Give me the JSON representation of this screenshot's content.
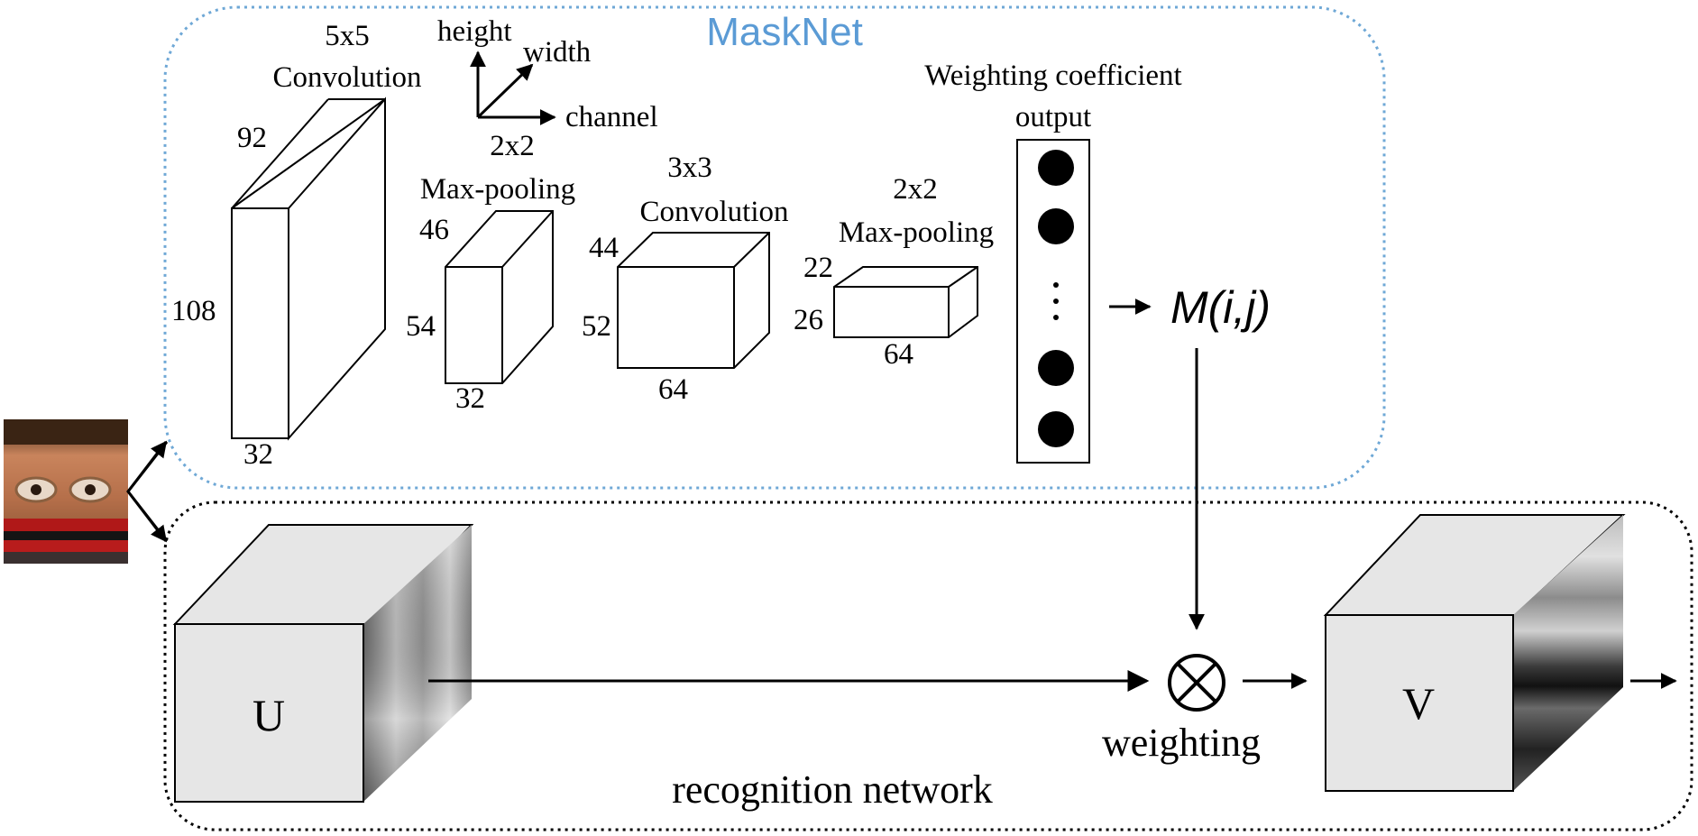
{
  "masknet": {
    "title": "MaskNet",
    "axes": {
      "height": "height",
      "width": "width",
      "channel": "channel"
    },
    "conv1": {
      "kernel": "5x5",
      "name": "Convolution",
      "h": "108",
      "w": "92",
      "c": "32"
    },
    "pool1": {
      "kernel": "2x2",
      "name": "Max-pooling",
      "h": "54",
      "w": "46",
      "c": "32"
    },
    "conv2": {
      "kernel": "3x3",
      "name": "Convolution",
      "h": "52",
      "w": "44",
      "c": "64"
    },
    "pool2": {
      "kernel": "2x2",
      "name": "Max-pooling",
      "h": "26",
      "w": "22",
      "c": "64"
    },
    "output": {
      "line1": "Weighting coefficient",
      "line2": "output",
      "ellipsis": "⋮"
    },
    "result": "M(i,j)"
  },
  "recognition": {
    "label": "recognition network",
    "input_block": "U",
    "output_block": "V",
    "operator_label": "weighting",
    "operator_symbol": "⊗"
  },
  "colors": {
    "masknet_border": "#6fa8d6",
    "masknet_title": "#5b9bd5",
    "recognition_border": "#000000",
    "block_face": "#e6e6e6"
  },
  "icons": {
    "input": "masked-face-photo"
  }
}
